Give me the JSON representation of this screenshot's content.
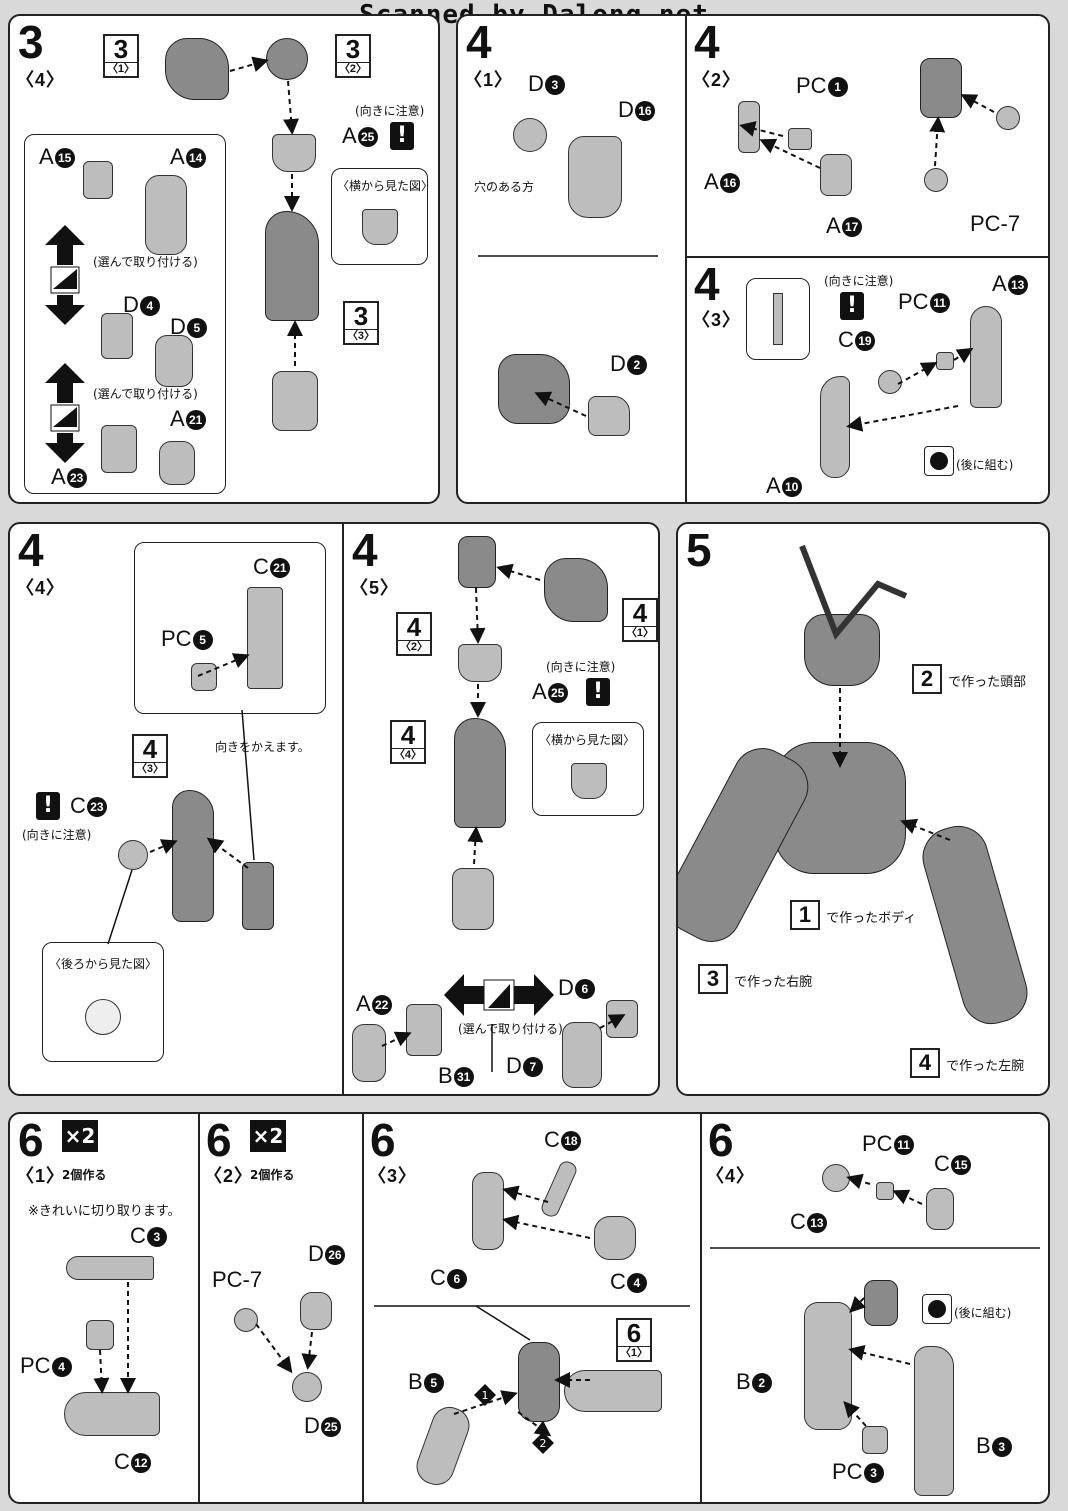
{
  "header": {
    "credit": "Scanned by Dalong.net"
  },
  "step3": {
    "num": "3",
    "sub": "〈4〉",
    "ref_a": {
      "n": "3",
      "s": "〈1〉"
    },
    "ref_b": {
      "n": "3",
      "s": "〈2〉"
    },
    "ref_c": {
      "n": "3",
      "s": "〈3〉"
    },
    "caution": "(向きに注意)",
    "side_view": "〈横から見た図〉",
    "choose": "(選んで取り付ける)",
    "parts": {
      "a15": "A",
      "a15n": "15",
      "a14": "A",
      "a14n": "14",
      "d4": "D",
      "d4n": "4",
      "d5": "D",
      "d5n": "5",
      "a21": "A",
      "a21n": "21",
      "a23": "A",
      "a23n": "23",
      "a25": "A",
      "a25n": "25"
    }
  },
  "step4_1": {
    "num": "4",
    "sub": "〈1〉",
    "d3": "D",
    "d3n": "3",
    "d16": "D",
    "d16n": "16",
    "hole": "穴のある方",
    "d2": "D",
    "d2n": "2"
  },
  "step4_2": {
    "num": "4",
    "sub": "〈2〉",
    "pc1": "PC",
    "pc1n": "1",
    "a16": "A",
    "a16n": "16",
    "a17": "A",
    "a17n": "17",
    "pc7": "PC-7"
  },
  "step4_3": {
    "num": "4",
    "sub": "〈3〉",
    "caution": "(向きに注意)",
    "pc11": "PC",
    "pc11n": "11",
    "a13": "A",
    "a13n": "13",
    "c19": "C",
    "c19n": "19",
    "a10": "A",
    "a10n": "10",
    "later": "(後に組む)"
  },
  "step4_4": {
    "num": "4",
    "sub": "〈4〉",
    "c21": "C",
    "c21n": "21",
    "pc5": "PC",
    "pc5n": "5",
    "turn": "向きをかえます。",
    "ref": {
      "n": "4",
      "s": "〈3〉"
    },
    "c23": "C",
    "c23n": "23",
    "caution": "(向きに注意)",
    "back_view": "〈後ろから見た図〉"
  },
  "step4_5": {
    "num": "4",
    "sub": "〈5〉",
    "ref_a": {
      "n": "4",
      "s": "〈2〉"
    },
    "ref_b": {
      "n": "4",
      "s": "〈1〉"
    },
    "ref_c": {
      "n": "4",
      "s": "〈4〉"
    },
    "caution": "(向きに注意)",
    "a25": "A",
    "a25n": "25",
    "side_view": "〈横から見た図〉",
    "choose": "(選んで取り付ける)",
    "a22": "A",
    "a22n": "22",
    "d6": "D",
    "d6n": "6",
    "b31": "B",
    "b31n": "31",
    "d7": "D",
    "d7n": "7"
  },
  "step5": {
    "num": "5",
    "head_ref": "2",
    "head": "で作った頭部",
    "body_ref": "1",
    "body": "で作ったボディ",
    "rarm_ref": "3",
    "rarm": "で作った右腕",
    "larm_ref": "4",
    "larm": "で作った左腕"
  },
  "step6_1": {
    "num": "6",
    "sub": "〈1〉",
    "x2": "×2",
    "make2": "2個作る",
    "cut": "※きれいに切り取ります。",
    "c3": "C",
    "c3n": "3",
    "pc4": "PC",
    "pc4n": "4",
    "c12": "C",
    "c12n": "12"
  },
  "step6_2": {
    "num": "6",
    "sub": "〈2〉",
    "x2": "×2",
    "make2": "2個作る",
    "pc7": "PC-7",
    "d26": "D",
    "d26n": "26",
    "d25": "D",
    "d25n": "25"
  },
  "step6_3": {
    "num": "6",
    "sub": "〈3〉",
    "c18": "C",
    "c18n": "18",
    "c6": "C",
    "c6n": "6",
    "c4": "C",
    "c4n": "4",
    "ref": {
      "n": "6",
      "s": "〈1〉"
    },
    "b5": "B",
    "b5n": "5",
    "order1": "1",
    "order2": "2"
  },
  "step6_4": {
    "num": "6",
    "sub": "〈4〉",
    "pc11": "PC",
    "pc11n": "11",
    "c15": "C",
    "c15n": "15",
    "c13": "C",
    "c13n": "13",
    "later": "(後に組む)",
    "b2": "B",
    "b2n": "2",
    "b3": "B",
    "b3n": "3",
    "pc3": "PC",
    "pc3n": "3"
  }
}
